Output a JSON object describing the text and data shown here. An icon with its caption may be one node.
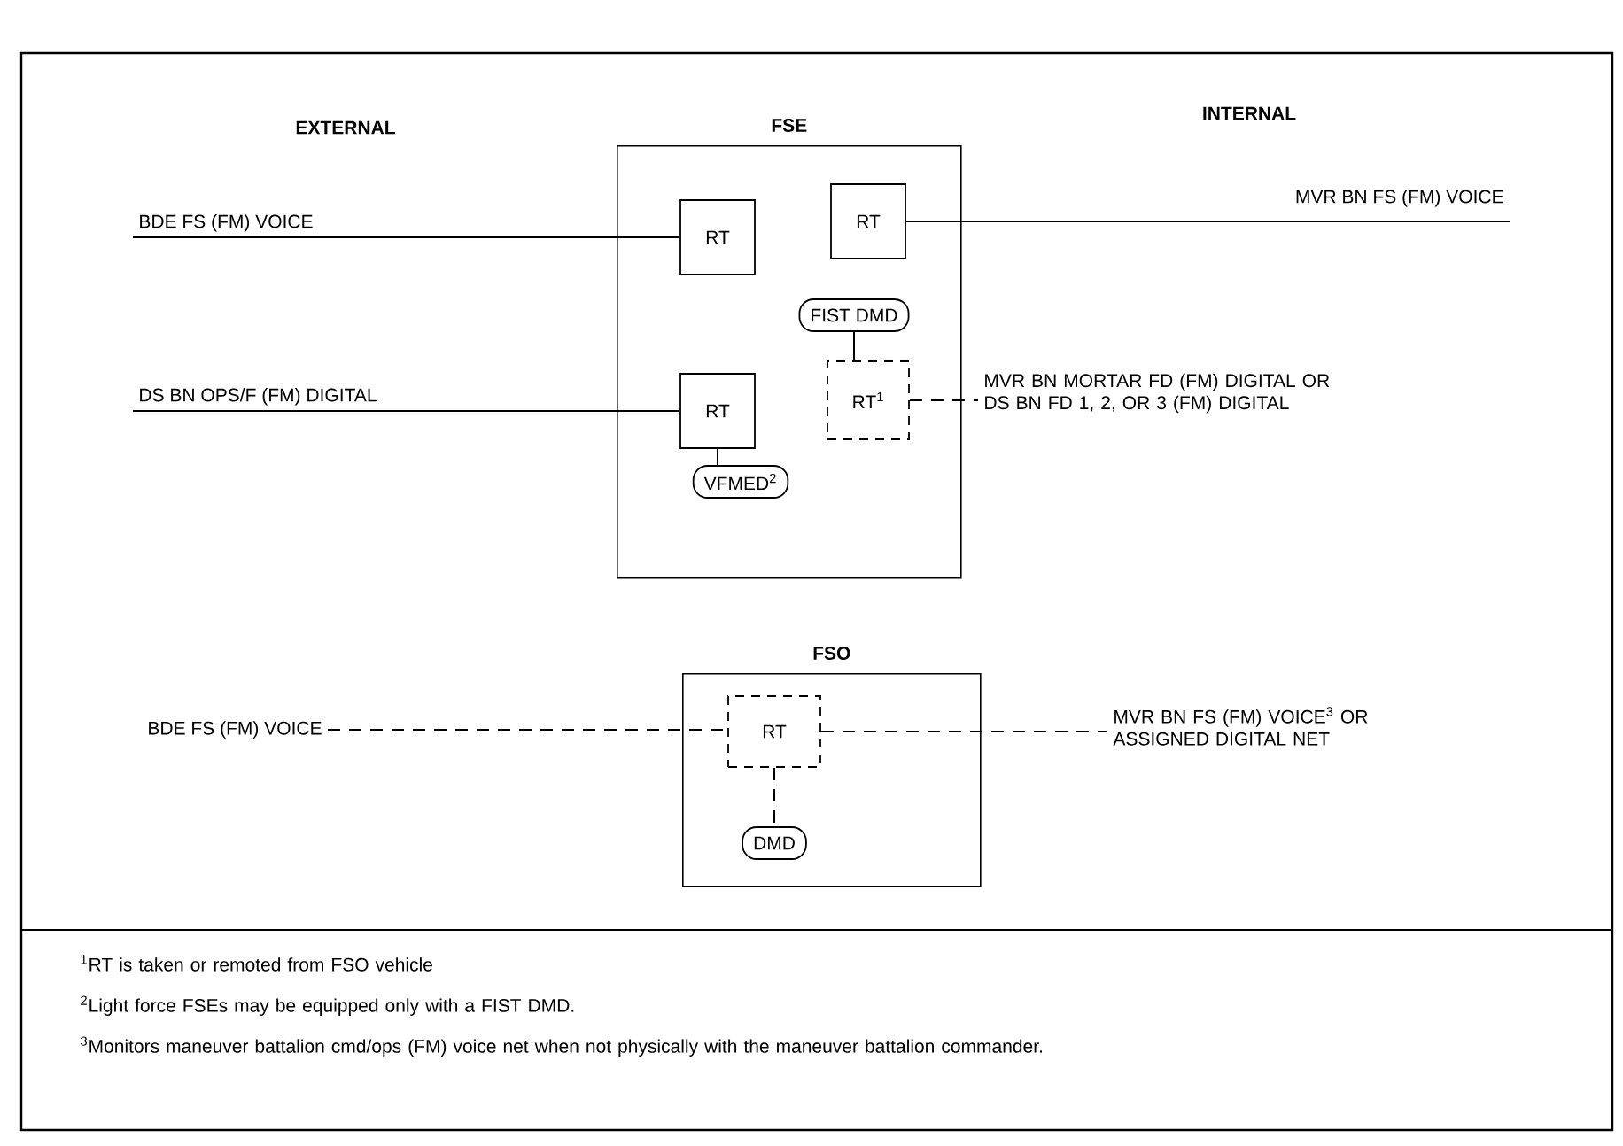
{
  "diagram": {
    "nodes": [
      {
        "text": [
          "FSE"
        ]
      },
      {
        "text": [
          "RT"
        ],
        "in": 0
      },
      {
        "text": [
          "RT"
        ],
        "in": 0
      },
      {
        "text": [
          "FIST DMD"
        ],
        "in": 0
      },
      {
        "text": [
          "RT"
        ],
        "in": 0
      },
      {
        "text": [
          "RT$^{1}$"
        ],
        "in": 0
      },
      {
        "text": [
          "VFMED$^{2}$"
        ],
        "in": 0
      },
      {
        "text": [
          "FSO"
        ]
      },
      {
        "text": [
          "RT"
        ],
        "in": 7
      },
      {
        "text": [
          "DMD"
        ],
        "in": 7
      },
      {
        "text": [
          "BDE FS (FM) VOICE"
        ]
      },
      {
        "text": [
          "MVR BN FS (FM) VOICE"
        ]
      },
      {
        "text": [
          "DS BN OPS/F (FM) DIGITAL"
        ]
      },
      {
        "text": [
          "MVR BN MORTAR FD (FM) DIGITAL OR DS BN FD 1, 2, OR 3 (FM) DIGITAL"
        ]
      },
      {
        "text": [
          "BDE FS (FM) VOICE"
        ]
      },
      {
        "text": [
          "MVR BN FS (FM) VOICE$^{3}$ OR ASSIGNED DIGITAL NET"
        ]
      }
    ],
    "edges": [
      {
        "from": 10,
        "to": 1,
        "arrow": "none"
      },
      {
        "from": 2,
        "to": 11,
        "arrow": "none"
      },
      {
        "from": 12,
        "to": 4,
        "arrow": "none"
      },
      {
        "from": 3,
        "to": 5,
        "arrow": "none"
      },
      {
        "from": 4,
        "to": 6,
        "arrow": "none"
      },
      {
        "from": 5,
        "to": 13,
        "arrow": "none",
        "style": "dashed"
      },
      {
        "from": 14,
        "to": 8,
        "arrow": "none",
        "style": "dashed"
      },
      {
        "from": 8,
        "to": 15,
        "arrow": "none",
        "style": "dashed"
      },
      {
        "from": 8,
        "to": 9,
        "arrow": "none",
        "style": "dashed"
      }
    ],
    "labels": [
      "EXTERNAL",
      "INTERNAL",
      "$^{1}$RT is taken or remoted from FSO vehicle",
      "$^{2}$Light force FSEs may be equipped only with a FIST DMD.",
      "$^{3}$Monitors maneuver battalion cmd/ops (FM) voice net when not physically with the maneuver battalion commander."
    ]
  }
}
